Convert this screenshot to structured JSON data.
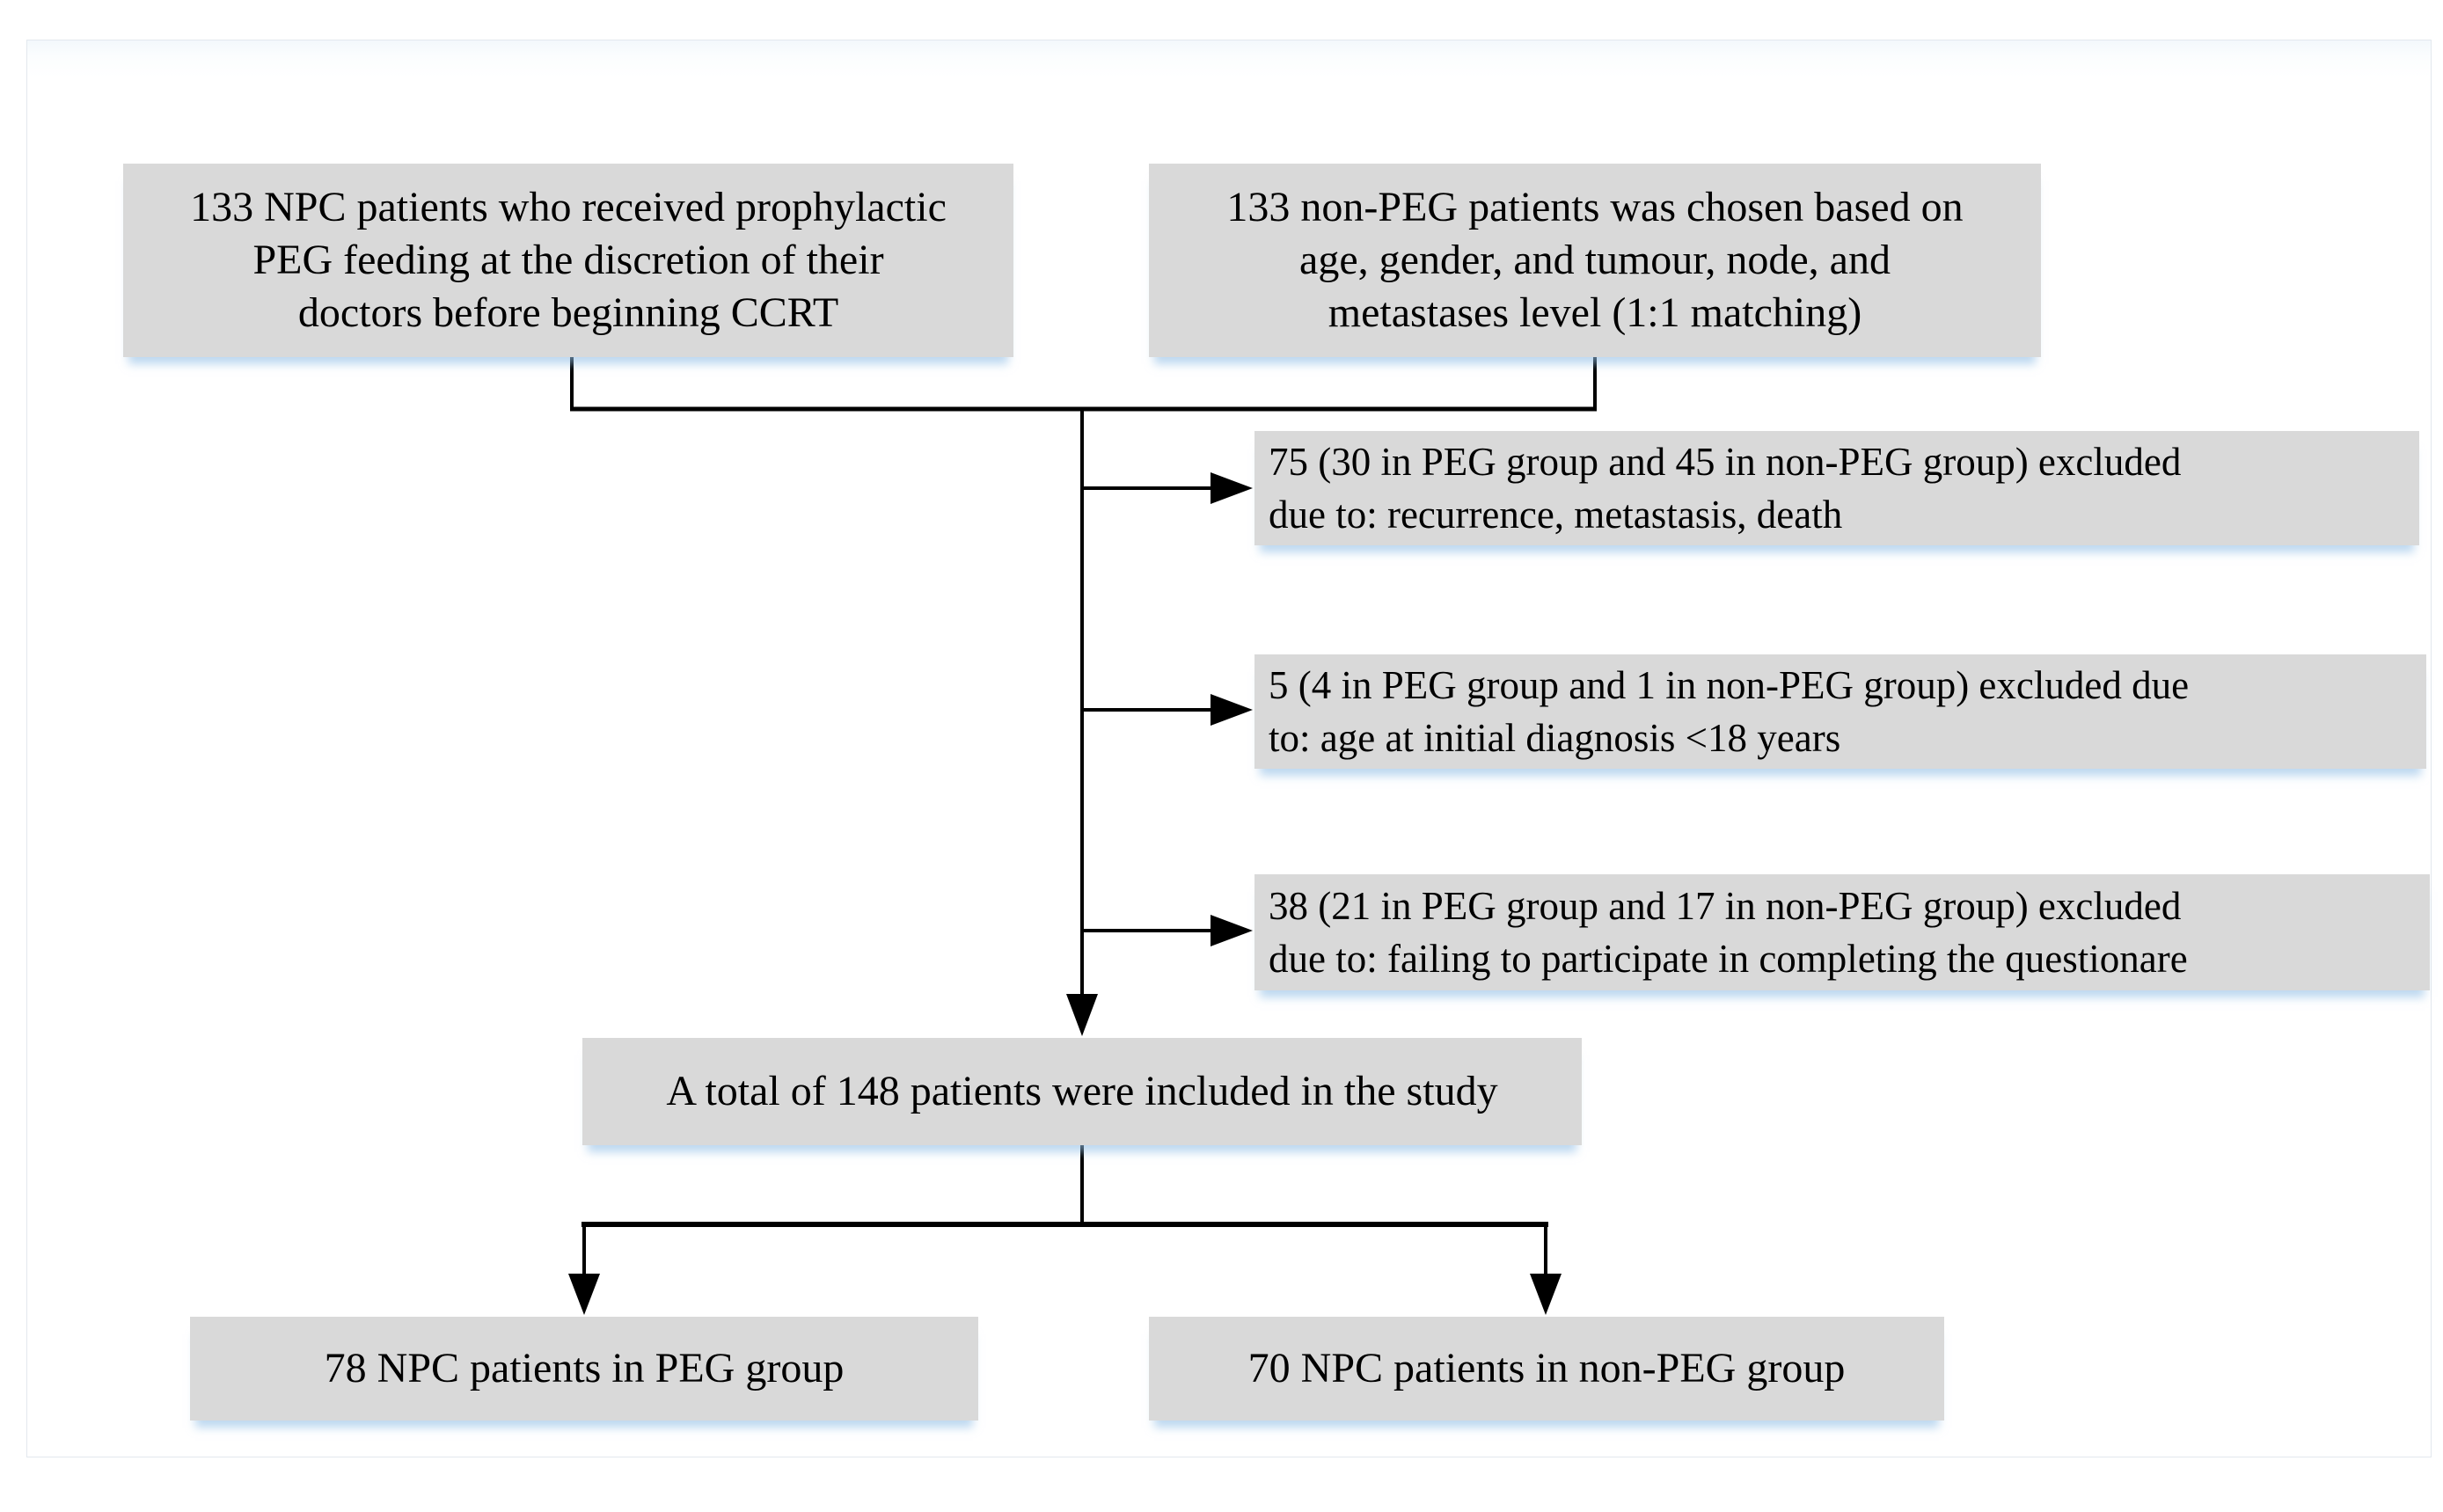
{
  "figure": {
    "type": "patient-flow-diagram",
    "nodes": {
      "peg_source": {
        "lines": [
          "133 NPC patients who received prophylactic",
          "PEG feeding at the discretion of their",
          "doctors before beginning CCRT"
        ]
      },
      "nonpeg_source": {
        "lines": [
          "133 non-PEG patients was chosen based on",
          "age, gender, and tumour, node, and",
          "metastases level (1:1 matching)"
        ]
      },
      "exclusion_1": {
        "lines": [
          "75 (30 in PEG group and 45 in non-PEG group) excluded",
          "due to: recurrence, metastasis, death"
        ]
      },
      "exclusion_2": {
        "lines": [
          "5 (4 in PEG group and 1 in non-PEG group) excluded due",
          "to: age at initial diagnosis <18 years"
        ]
      },
      "exclusion_3": {
        "lines": [
          "38 (21 in PEG group and 17 in non-PEG group) excluded",
          "due to: failing to participate in completing the questionare"
        ]
      },
      "total": {
        "lines": [
          "A total of 148 patients were included in the study"
        ]
      },
      "peg_group": {
        "lines": [
          "78 NPC patients in PEG group"
        ]
      },
      "nonpeg_group": {
        "lines": [
          "70 NPC patients in non-PEG group"
        ]
      }
    },
    "colors": {
      "node_fill": "#d9d9d9",
      "node_text": "#000000",
      "connector_line": "#000000",
      "node_shadow_tint": "#91bee6",
      "panel_border": "#e3e8ee",
      "panel_top_tint": "#f3f8fc",
      "background": "#ffffff"
    }
  }
}
